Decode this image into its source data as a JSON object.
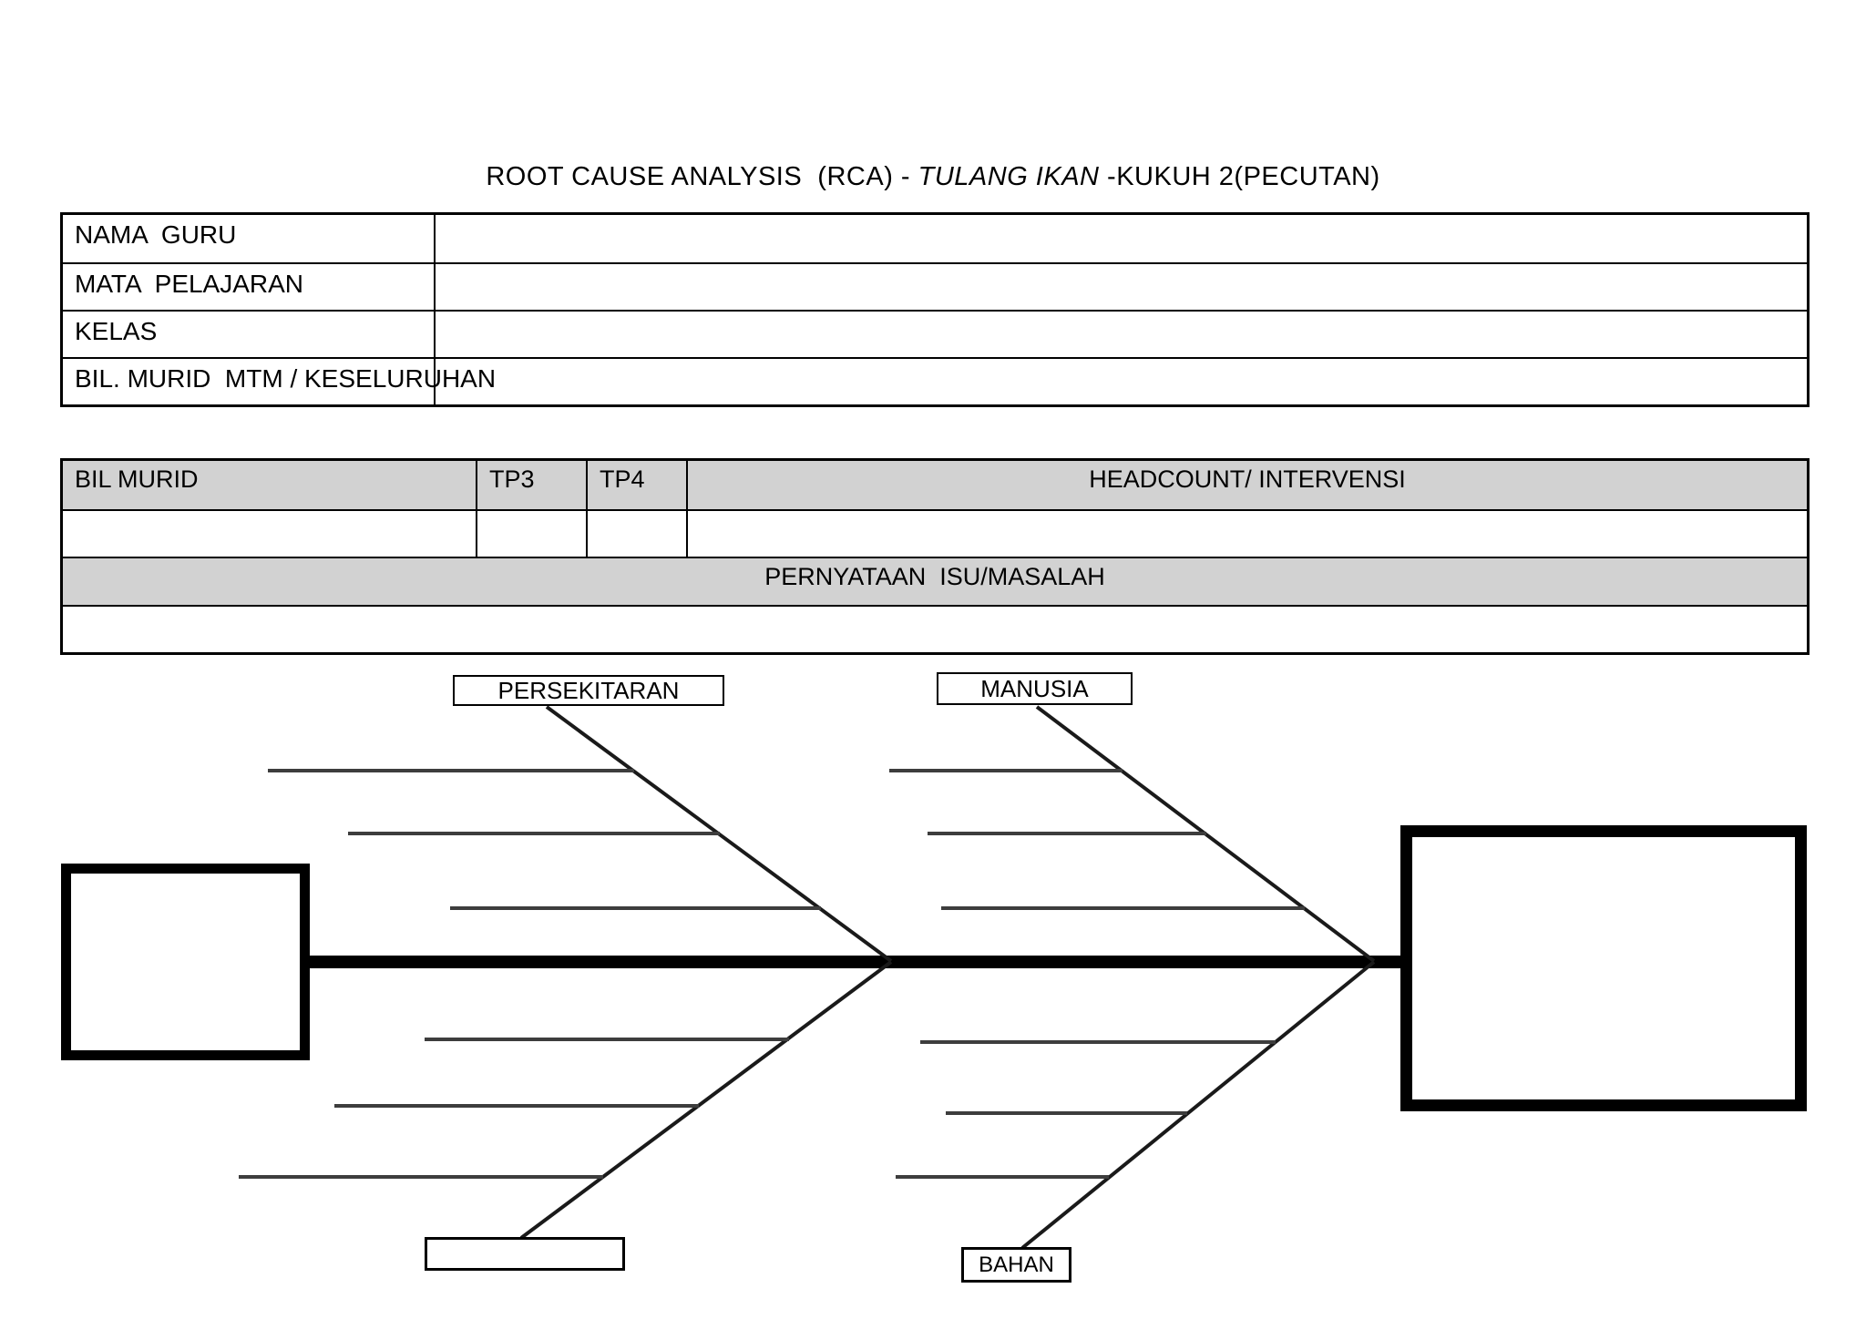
{
  "title": {
    "part1": "ROOT CAUSE ANALYSIS  (RCA) - ",
    "part2": "TULANG IKAN",
    "part3": " -KUKUH 2(PECUTAN)"
  },
  "info_table": {
    "rows": [
      {
        "label": "NAMA  GURU",
        "value": ""
      },
      {
        "label": "MATA  PELAJARAN",
        "value": ""
      },
      {
        "label": "KELAS",
        "value": ""
      },
      {
        "label": "BIL. MURID  MTM / KESELURUHAN",
        "value": ""
      }
    ]
  },
  "data_table": {
    "headers": {
      "bil_murid": "BIL MURID",
      "tp3": "TP3",
      "tp4": "TP4",
      "headcount": "HEADCOUNT/ INTERVENSI"
    },
    "values": {
      "bil_murid": "",
      "tp3": "",
      "tp4": "",
      "headcount": ""
    },
    "issue_header": "PERNYATAAN  ISU/MASALAH",
    "issue_value": ""
  },
  "fishbone": {
    "category_top_left": "PERSEKITARAN",
    "category_top_right": "MANUSIA",
    "category_bottom_left": "",
    "category_bottom_right": "BAHAN"
  },
  "colors": {
    "table_header_fill": "#d2d2d2",
    "line_color": "#000000"
  }
}
